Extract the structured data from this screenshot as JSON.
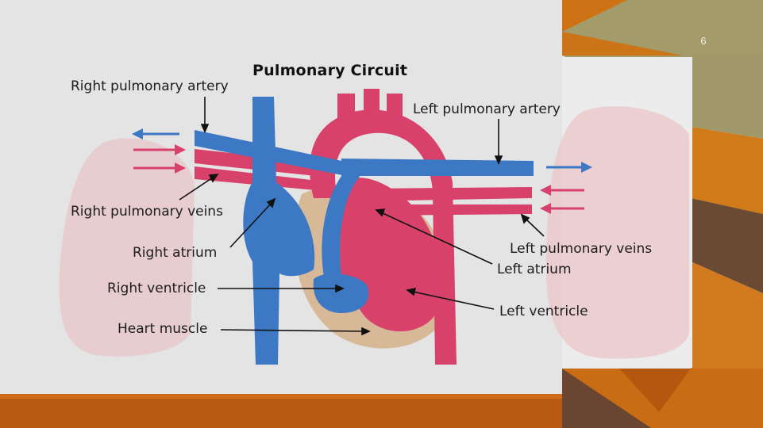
{
  "slide": {
    "number": "6"
  },
  "diagram": {
    "title": "Pulmonary Circuit",
    "labels": {
      "right_pulmonary_artery": "Right pulmonary artery",
      "left_pulmonary_artery": "Left pulmonary artery",
      "right_pulmonary_veins": "Right pulmonary veins",
      "left_pulmonary_veins": "Left pulmonary veins",
      "right_atrium": "Right atrium",
      "left_atrium": "Left atrium",
      "right_ventricle": "Right ventricle",
      "left_ventricle": "Left ventricle",
      "heart_muscle": "Heart muscle"
    }
  },
  "colors": {
    "deoxygenated_blue": "#3d78c4",
    "oxygenated_red": "#d8426a",
    "lung_pink": "#e9c3c6",
    "heart_muscle_tan": "#d8b997",
    "theme_orange": "#cf7418",
    "theme_olive": "#a29a66",
    "theme_brown": "#6d4a33",
    "theme_dark_orange": "#b4560f"
  }
}
